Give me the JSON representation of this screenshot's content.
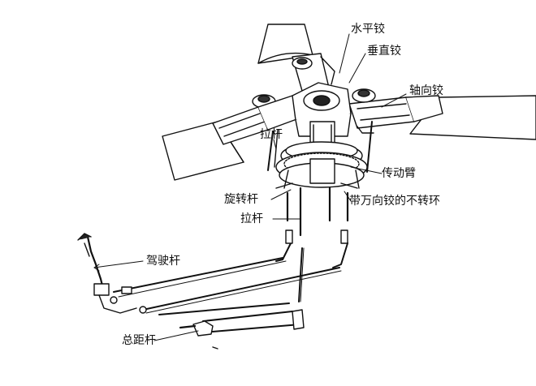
{
  "labels": {
    "flapping_hinge": "水平铰",
    "lead_lag_hinge": "垂直铰",
    "feathering_hinge": "轴向铰",
    "pitch_link_upper": "拉杆",
    "drive_arm": "传动臂",
    "rotating_ring": "旋转杆",
    "pitch_link_lower": "拉杆",
    "nonrotating_ring": "带万向铰的不转环",
    "cyclic_stick": "驾驶杆",
    "collective_lever": "总距杆"
  }
}
